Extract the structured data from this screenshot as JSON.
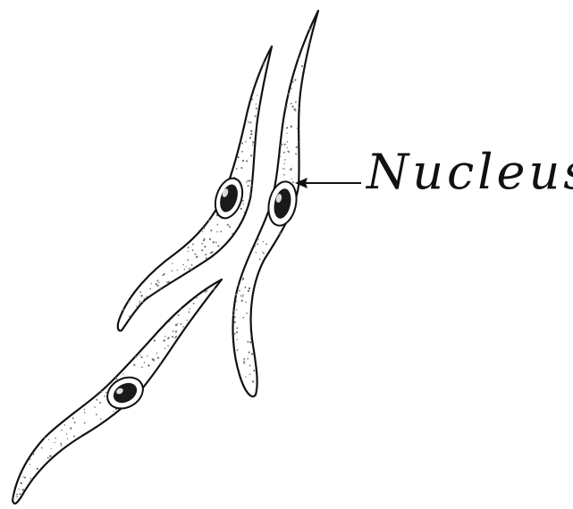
{
  "diagram": {
    "label": "Nucleus"
  },
  "colors": {
    "ink": "#111111",
    "background": "#ffffff",
    "stipple": "#6a6a6a"
  },
  "cells": [
    {
      "name": "upper-left-cell",
      "has_nucleus": true
    },
    {
      "name": "upper-right-cell",
      "has_nucleus": true,
      "nucleus_labeled": true
    },
    {
      "name": "lower-cell",
      "has_nucleus": true
    }
  ]
}
